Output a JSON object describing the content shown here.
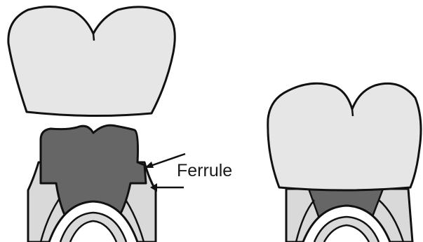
{
  "labels": {
    "ferrule": "Ferrule"
  },
  "colors": {
    "crown_fill": "#e6e6e6",
    "core_fill": "#666666",
    "root_fill": "#d9d9d9",
    "pulp_fill": "#ffffff",
    "outline": "#111111",
    "background": "#ffffff"
  },
  "parts": {
    "left_figure": [
      "separate-crown",
      "prepared-tooth-with-core"
    ],
    "right_figure": [
      "crown-cemented-on-tooth"
    ]
  }
}
